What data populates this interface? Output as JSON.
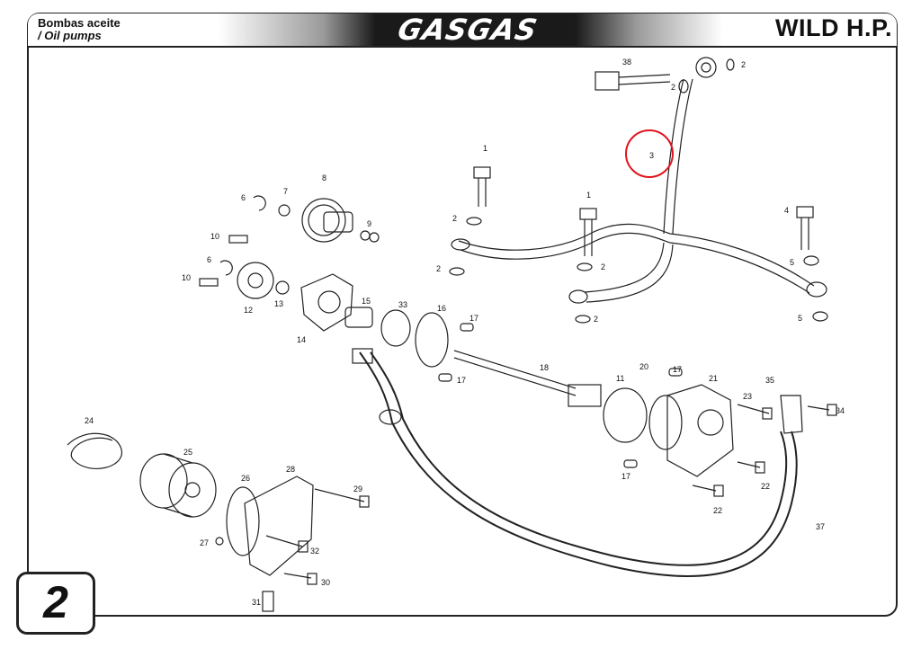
{
  "header": {
    "title_es": "Bombas aceite",
    "title_en": "/ Oil pumps",
    "brand": "GASGAS",
    "model": "WILD H.P."
  },
  "page_number": "2",
  "highlight": {
    "part": "3",
    "color": "#e0141e"
  },
  "part_labels": [
    "38",
    "2",
    "2",
    "3",
    "1",
    "1",
    "2",
    "2",
    "2",
    "2",
    "4",
    "5",
    "5",
    "8",
    "7",
    "6",
    "9",
    "10",
    "6",
    "10",
    "12",
    "13",
    "14",
    "15",
    "33",
    "16",
    "17",
    "17",
    "18",
    "11",
    "20",
    "17",
    "21",
    "35",
    "23",
    "34",
    "17",
    "22",
    "22",
    "24",
    "25",
    "26",
    "28",
    "29",
    "27",
    "32",
    "30",
    "31",
    "37"
  ]
}
